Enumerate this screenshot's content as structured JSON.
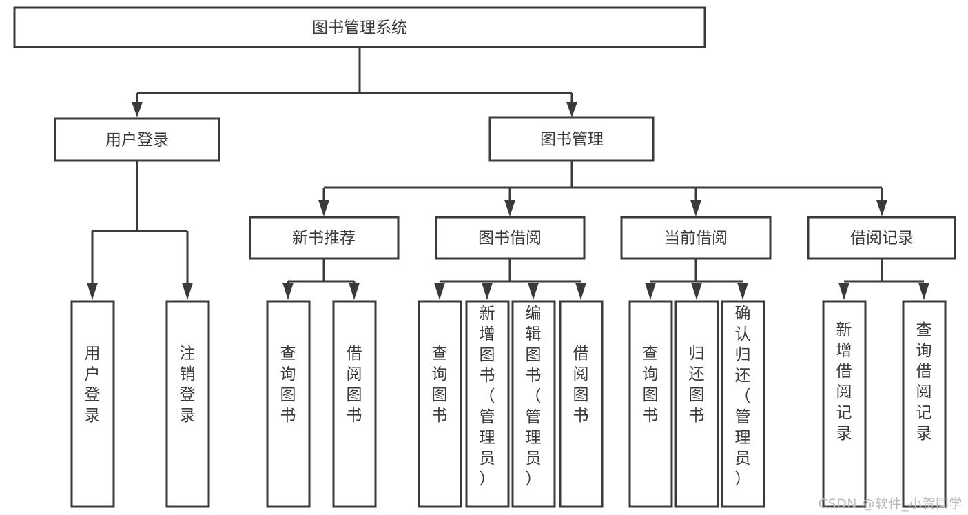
{
  "diagram": {
    "type": "tree",
    "title": "图书管理系统",
    "orientation": "top-down",
    "colors": {
      "box_stroke": "#3a3a3a",
      "box_fill": "#ffffff",
      "connector": "#3a3a3a",
      "text": "#3a3a3a",
      "watermark": "#bcbcbc",
      "background": "#ffffff"
    },
    "root": {
      "label": "图书管理系统"
    },
    "level2": [
      {
        "label": "用户登录"
      },
      {
        "label": "图书管理"
      }
    ],
    "level3": [
      {
        "label": "新书推荐"
      },
      {
        "label": "图书借阅"
      },
      {
        "label": "当前借阅"
      },
      {
        "label": "借阅记录"
      }
    ],
    "leaves": {
      "user_login": [
        {
          "label": "用户登录"
        },
        {
          "label": "注销登录"
        }
      ],
      "new_book": [
        {
          "label": "查询图书"
        },
        {
          "label": "借阅图书"
        }
      ],
      "book_borrow": [
        {
          "label": "查询图书"
        },
        {
          "label": "新增图书（管理员）"
        },
        {
          "label": "编辑图书（管理员）"
        },
        {
          "label": "借阅图书"
        }
      ],
      "current_borrow": [
        {
          "label": "查询图书"
        },
        {
          "label": "归还图书"
        },
        {
          "label": "确认归还（管理员）"
        }
      ],
      "borrow_record": [
        {
          "label": "新增借阅记录"
        },
        {
          "label": "查询借阅记录"
        }
      ]
    }
  },
  "watermark": {
    "text": "CSDN @软件_小贺同学"
  }
}
